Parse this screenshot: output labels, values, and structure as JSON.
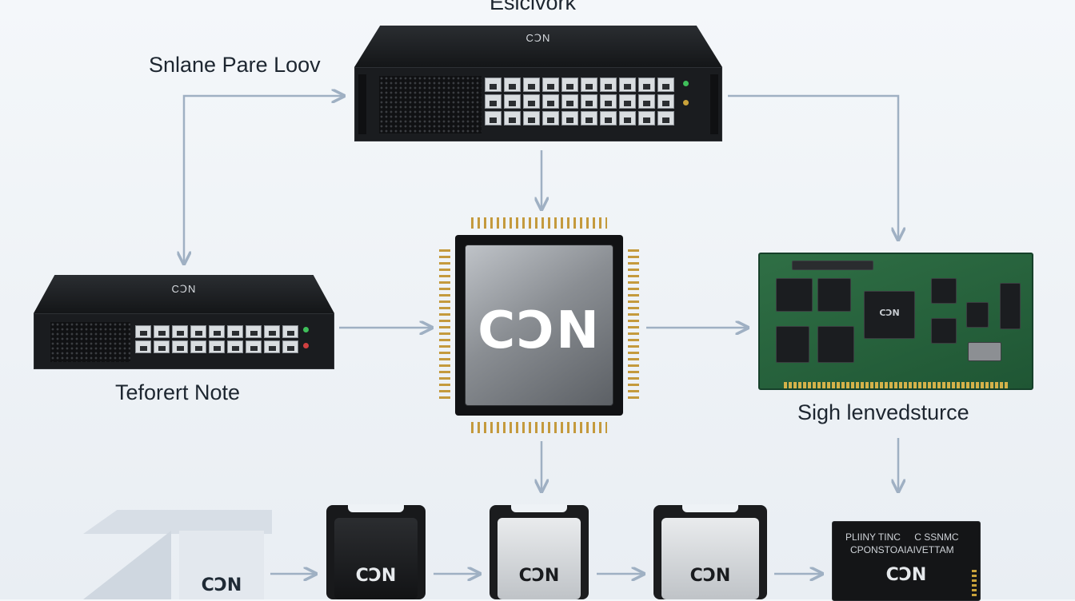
{
  "labels": {
    "top": "Esicivork",
    "top_left": "Snlane Pare Loov",
    "left": "Teforert Note",
    "right": "Sigh lenvedsturce"
  },
  "brand": {
    "main": "CↃN",
    "mini": "CↃN"
  },
  "module": {
    "line1": "PLIINY TINC",
    "line1_suffix": "C SSNMC",
    "line2": "CPONSTOAIAIVETTAM"
  },
  "colors": {
    "background": "#eef2f6",
    "arrow": "#9fb0c3",
    "device_dark": "#1a1c1f",
    "pcb_green": "#2f6f45",
    "pin_gold": "#c49a3d"
  }
}
